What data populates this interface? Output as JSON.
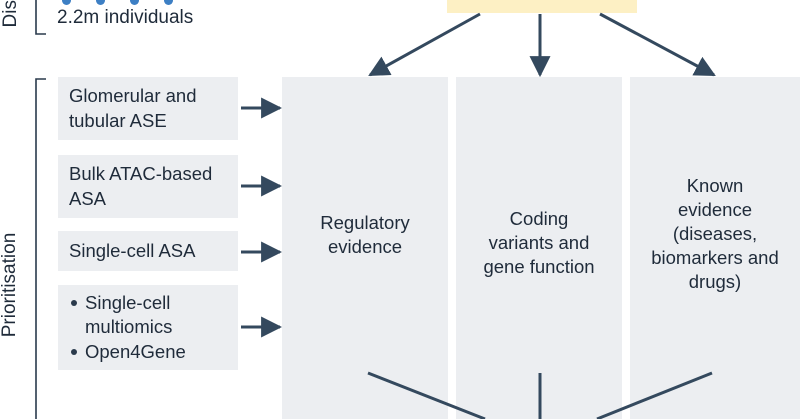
{
  "top": {
    "individuals_label": "2.2m individuals",
    "discovery_label_fragment": "Dis"
  },
  "prioritisation": {
    "label": "Prioritisation",
    "inputs": [
      {
        "lines": [
          "Glomerular and",
          "tubular ASE"
        ]
      },
      {
        "lines": [
          "Bulk ATAC-based",
          "ASA"
        ]
      },
      {
        "lines": [
          "Single-cell ASA"
        ]
      }
    ],
    "multi_input": {
      "items": [
        "Single-cell multiomics",
        "Open4Gene"
      ],
      "item_lines": [
        [
          "Single-cell",
          "multiomics"
        ],
        [
          "Open4Gene"
        ]
      ]
    },
    "evidence_columns": [
      {
        "lines": [
          "Regulatory",
          "evidence"
        ]
      },
      {
        "lines": [
          "Coding",
          "variants and",
          "gene function"
        ]
      },
      {
        "lines": [
          "Known",
          "evidence",
          "(diseases,",
          "biomarkers and",
          "drugs)"
        ]
      }
    ]
  },
  "colors": {
    "box_fill": "#eceef1",
    "arrow": "#34495e",
    "top_box_fill": "#fdf0c4",
    "icon_blue": "#3d7fc4",
    "bracket": "#2a3a4c"
  },
  "icons": {
    "people_icon": "person-icons",
    "bullet_icon": "bullet-dot"
  }
}
